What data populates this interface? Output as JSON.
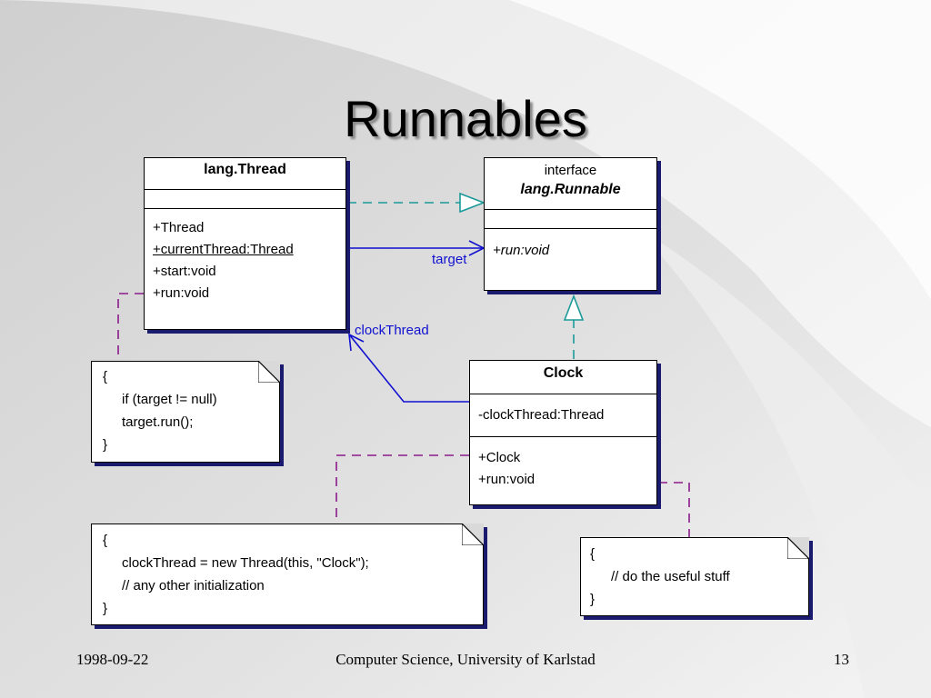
{
  "slide": {
    "title": "Runnables",
    "footer_date": "1998-09-22",
    "footer_center": "Computer Science, University of Karlstad",
    "footer_page": "13"
  },
  "classes": {
    "thread": {
      "name": "lang.Thread",
      "ops": [
        "+Thread",
        "+currentThread:Thread",
        "+start:void",
        "+run:void"
      ]
    },
    "runnable": {
      "stereotype": "interface",
      "name": "lang.Runnable",
      "ops": [
        "+run:void"
      ]
    },
    "clock": {
      "name": "Clock",
      "attrs": [
        "-clockThread:Thread"
      ],
      "ops": [
        "+Clock",
        "+run:void"
      ]
    }
  },
  "notes": {
    "thread_run": [
      "{",
      "if (target != null)",
      "target.run();",
      "}"
    ],
    "clock_ctor": [
      "{",
      "clockThread = new Thread(this, \"Clock\");",
      "// any other initialization",
      "}"
    ],
    "clock_run": [
      "{",
      "// do the useful stuff",
      "}"
    ]
  },
  "associations": {
    "target": "target",
    "clock_thread": "clockThread"
  },
  "colors": {
    "realization": "#1a9a9a",
    "association": "#1010d0",
    "note_link": "#8b1a8b",
    "shadow": "#1a1a6e"
  }
}
